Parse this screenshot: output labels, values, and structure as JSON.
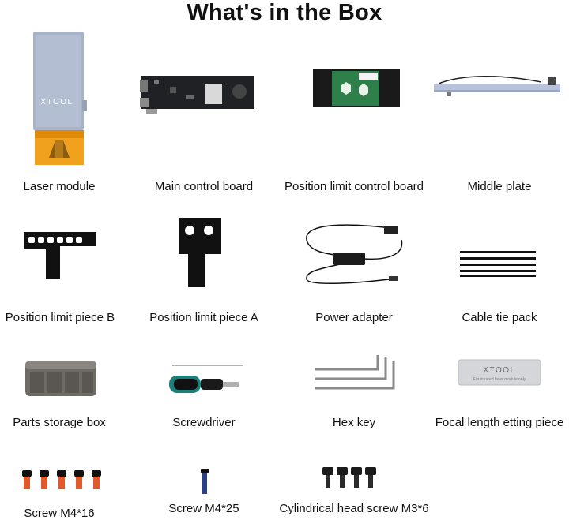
{
  "title": "What's in the Box",
  "brand": "XTOOL",
  "focal_card_note": "For infrared laser module only",
  "items": [
    {
      "label": "Laser module"
    },
    {
      "label": "Main control board"
    },
    {
      "label": "Position limit control board"
    },
    {
      "label": "Middle plate"
    },
    {
      "label": "Position limit piece B"
    },
    {
      "label": "Position limit piece A"
    },
    {
      "label": "Power adapter"
    },
    {
      "label": "Cable tie pack"
    },
    {
      "label": "Parts storage box"
    },
    {
      "label": "Screwdriver"
    },
    {
      "label": "Hex key"
    },
    {
      "label": "Focal length etting piece"
    },
    {
      "label": "Screw M4*16"
    },
    {
      "label": "Screw M4*25"
    },
    {
      "label": "Cylindrical head screw M3*6"
    }
  ]
}
